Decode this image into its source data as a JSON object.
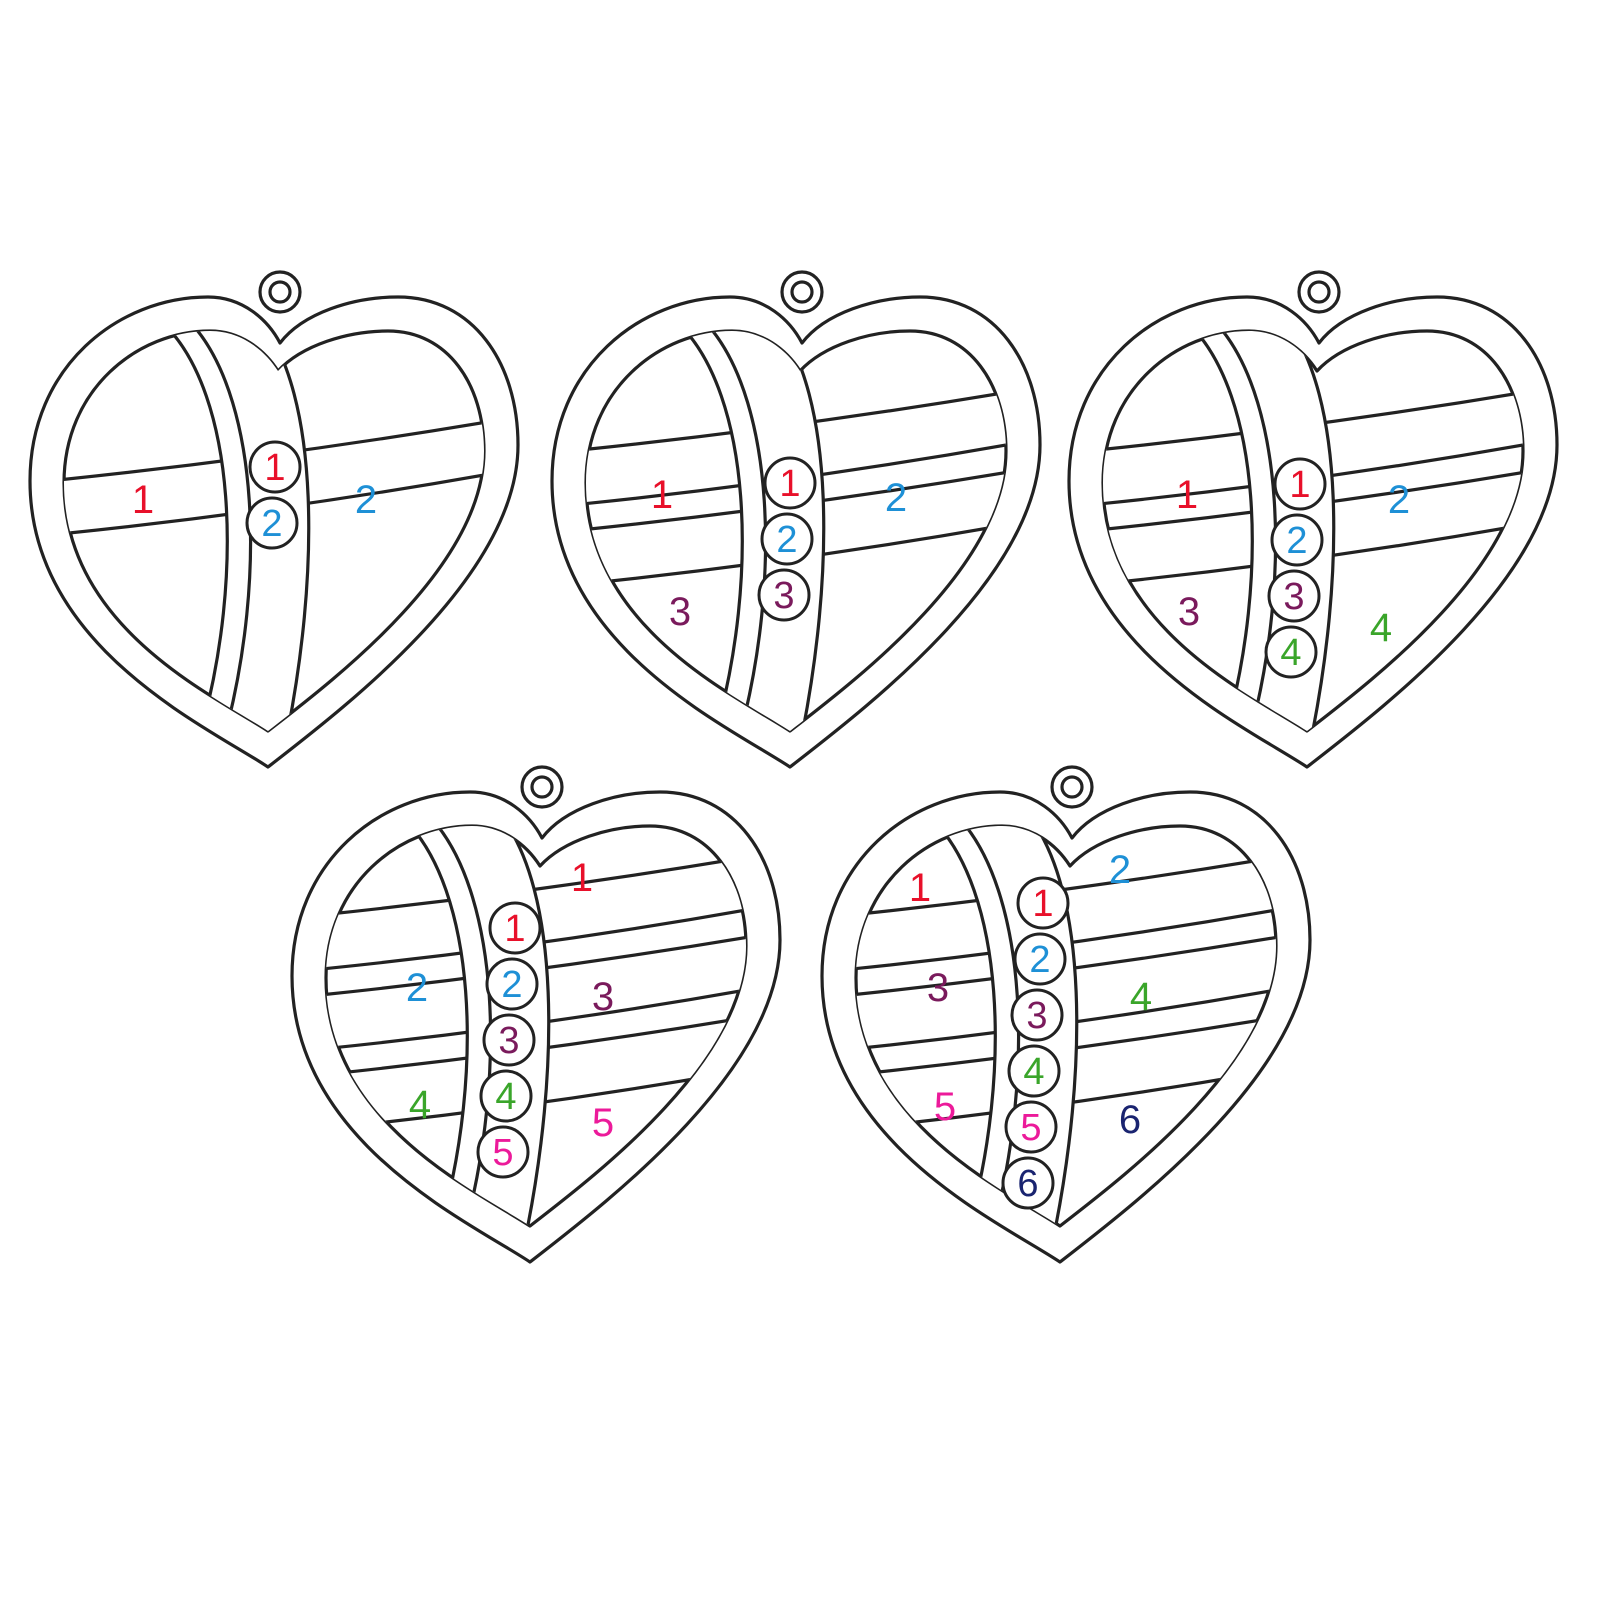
{
  "colors": {
    "1": "#e8102a",
    "2": "#1e90d6",
    "3": "#7a1a5c",
    "4": "#3aa52a",
    "5": "#ec1a9a",
    "6": "#1a2470"
  },
  "pendants": [
    {
      "name": "pendant-2-stones",
      "stones": [
        "1",
        "2"
      ],
      "bands": [
        {
          "label": "1",
          "color_key": "1"
        },
        {
          "label": "2",
          "color_key": "2"
        }
      ]
    },
    {
      "name": "pendant-3-stones",
      "stones": [
        "1",
        "2",
        "3"
      ],
      "bands": [
        {
          "label": "1",
          "color_key": "1"
        },
        {
          "label": "2",
          "color_key": "2"
        },
        {
          "label": "3",
          "color_key": "3"
        }
      ]
    },
    {
      "name": "pendant-4-stones",
      "stones": [
        "1",
        "2",
        "3",
        "4"
      ],
      "bands": [
        {
          "label": "1",
          "color_key": "1"
        },
        {
          "label": "2",
          "color_key": "2"
        },
        {
          "label": "3",
          "color_key": "3"
        },
        {
          "label": "4",
          "color_key": "4"
        }
      ]
    },
    {
      "name": "pendant-5-stones",
      "stones": [
        "1",
        "2",
        "3",
        "4",
        "5"
      ],
      "bands": [
        {
          "label": "1",
          "color_key": "1"
        },
        {
          "label": "2",
          "color_key": "2"
        },
        {
          "label": "3",
          "color_key": "3"
        },
        {
          "label": "4",
          "color_key": "4"
        },
        {
          "label": "5",
          "color_key": "5"
        }
      ]
    },
    {
      "name": "pendant-6-stones",
      "stones": [
        "1",
        "2",
        "3",
        "4",
        "5",
        "6"
      ],
      "bands": [
        {
          "label": "1",
          "color_key": "1"
        },
        {
          "label": "2",
          "color_key": "2"
        },
        {
          "label": "3",
          "color_key": "3"
        },
        {
          "label": "4",
          "color_key": "4"
        },
        {
          "label": "5",
          "color_key": "5"
        },
        {
          "label": "6",
          "color_key": "6"
        }
      ]
    }
  ]
}
